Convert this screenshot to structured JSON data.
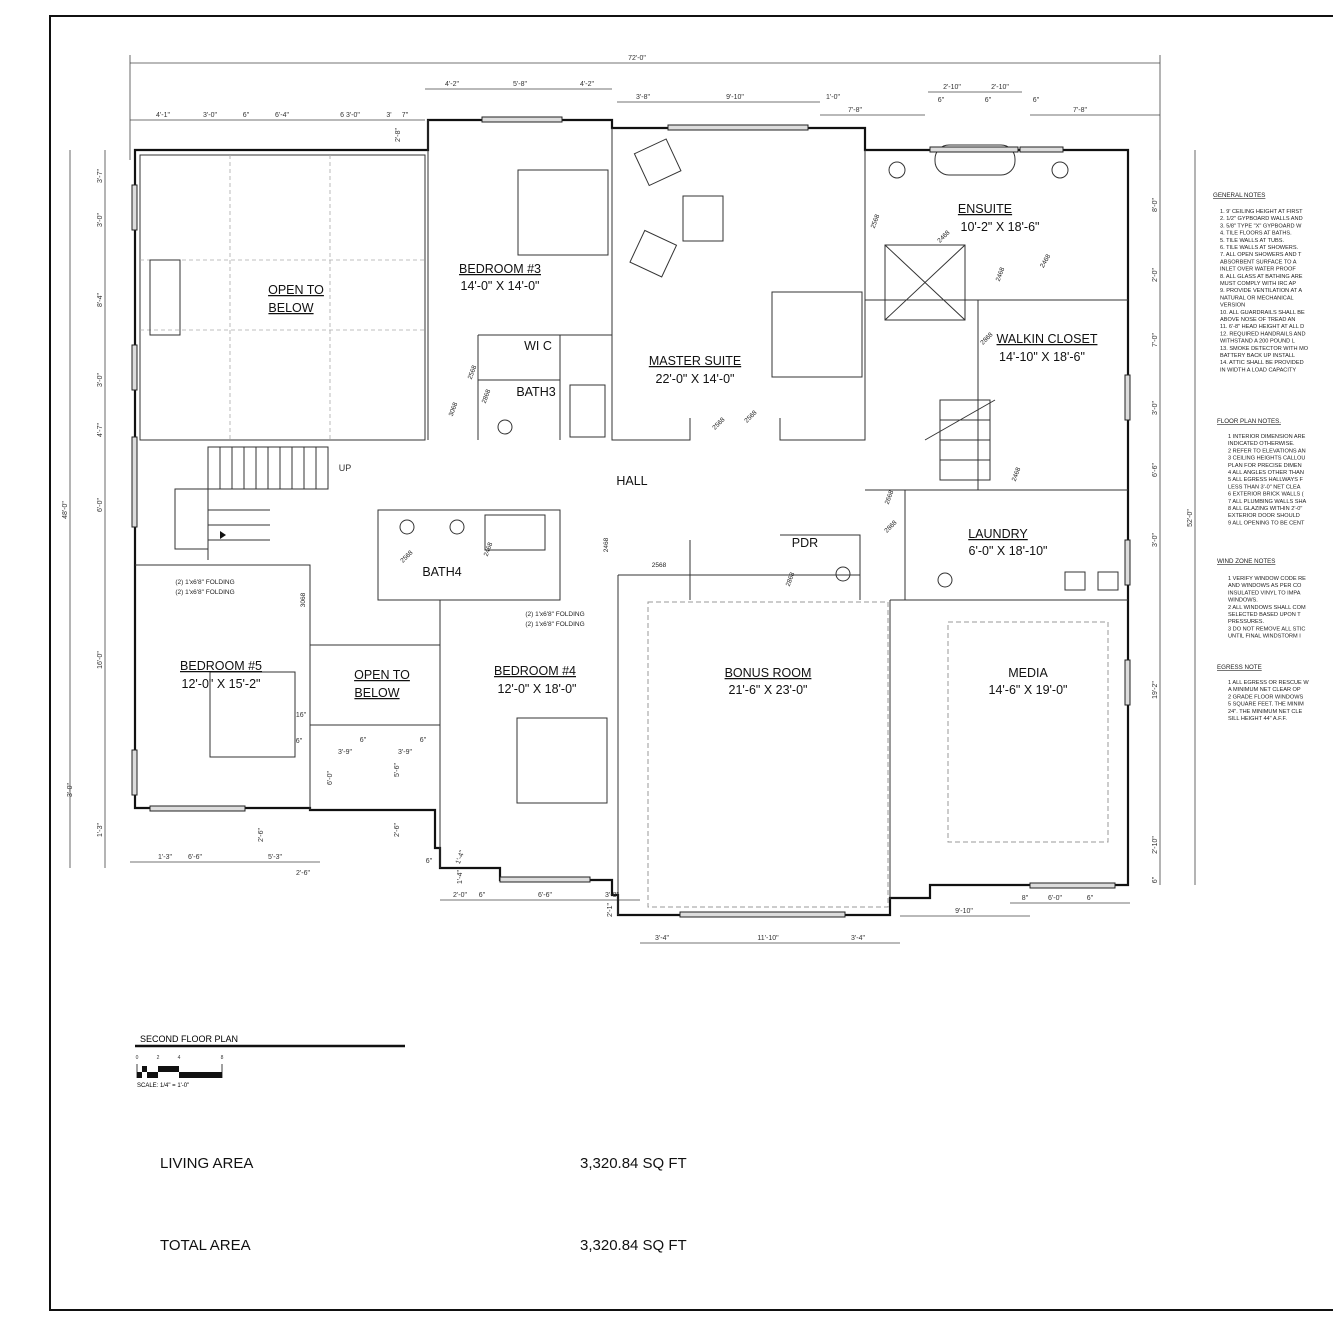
{
  "plan": {
    "title": "SECOND FLOOR PLAN",
    "scale_ticks": [
      "0",
      "2",
      "4",
      "8"
    ],
    "scale": "SCALE: 1/4\" = 1'-0\""
  },
  "rooms": {
    "open1": {
      "name1": "OPEN TO",
      "name2": "BELOW"
    },
    "bed3": {
      "name": "BEDROOM #3",
      "size": "14'-0\" X 14'-0\""
    },
    "wic": {
      "name": "WI C"
    },
    "bath3": {
      "name": "BATH3"
    },
    "master": {
      "name": "MASTER SUITE",
      "size": "22'-0\" X 14'-0\""
    },
    "ensuite": {
      "name": "ENSUITE",
      "size": "10'-2\" X 18'-6\""
    },
    "closet": {
      "name": "WALKIN CLOSET",
      "size": "14'-10\" X 18'-6\""
    },
    "hall": {
      "name": "HALL"
    },
    "up": {
      "name": "UP"
    },
    "laundry": {
      "name": "LAUNDRY",
      "size": "6'-0\" X 18'-10\""
    },
    "pdr": {
      "name": "PDR"
    },
    "bath4": {
      "name": "BATH4"
    },
    "bed5": {
      "name": "BEDROOM #5",
      "size": "12'-0\" X 15'-2\""
    },
    "open2": {
      "name1": "OPEN TO",
      "name2": "BELOW"
    },
    "bed4": {
      "name": "BEDROOM #4",
      "size": "12'-0\" X 18'-0\""
    },
    "bonus": {
      "name": "BONUS ROOM",
      "size": "21'-6\" X 23'-0\""
    },
    "media": {
      "name": "MEDIA",
      "size": "14'-6\" X 19'-0\""
    }
  },
  "closet_labels": {
    "b5": [
      "(2) 1'x6'8\" FOLDING",
      "(2) 1'x6'8\" FOLDING"
    ],
    "b4": [
      "(2) 1'x6'8\" FOLDING",
      "(2) 1'x6'8\" FOLDING"
    ]
  },
  "door_tags": [
    "2568",
    "2868",
    "3068",
    "2568",
    "2568",
    "2568",
    "2468",
    "2468",
    "2468",
    "2868",
    "2468",
    "2668",
    "2868",
    "2568",
    "2468",
    "2868",
    "3068",
    "2468",
    "2568"
  ],
  "dims": {
    "overall_top": "72'-0\"",
    "top": [
      "4'-1\"",
      "3'-0\"",
      "6\"",
      "6'-4\"",
      "6 3'-0\"",
      "3'",
      "7\"",
      "4'-2\"",
      "5'-8\"",
      "4'-2\"",
      "3'-8\"",
      "9'-10\"",
      "1'-0\"",
      "7'-8\"",
      "2'-10\"",
      "2'-10\"",
      "6\"",
      "6\"",
      "6\"",
      "7'-8\"",
      "2'-8\""
    ],
    "overall_left": "48'-0\"",
    "left": [
      "3'-7\"",
      "3'-0\"",
      "8'-4\"",
      "3'-0\"",
      "4'-7\"",
      "6'-0\"",
      "16'-0\"",
      "3'-0\"",
      "1'-3\""
    ],
    "overall_right": "52'-0\"",
    "right": [
      "8'-0\"",
      "2'-0\"",
      "7'-0\"",
      "3'-0\"",
      "6'-6\"",
      "3'-0\"",
      "19'-2\"",
      "2'-10\"",
      "6\""
    ],
    "bottom": [
      "1'-3\"",
      "6'-6\"",
      "2'-6\"",
      "5'-3\"",
      "2'-6\"",
      "6'-0\"",
      "3'-9\"",
      "6\"",
      "3'-9\"",
      "6\"",
      "5'-6\"",
      "2'-6\"",
      "6\"",
      "6\"",
      "1'-4\"",
      "1'-4\"",
      "2'-0\"",
      "6\"",
      "6'-6\"",
      "3'-8\"",
      "2'-1\"",
      "3'-4\"",
      "11'-10\"",
      "3'-4\"",
      "9'-10\"",
      "8\"",
      "6'-0\"",
      "6\"",
      "16\""
    ]
  },
  "notes": {
    "general": {
      "title": "GENERAL NOTES",
      "items": [
        "1. 9' CEILING HEIGHT AT FIRST",
        "2. 1/2\" GYPBOARD WALLS AND",
        "3. 5/8\" TYPE \"X\" GYPBOARD W",
        "4. TILE FLOORS AT BATHS.",
        "5. TILE WALLS AT TUBS.",
        "6. TILE WALLS AT SHOWERS.",
        "7. ALL OPEN SHOWERS AND T",
        "   ABSORBENT SURFACE TO A",
        "   INLET OVER WATER PROOF",
        "8. ALL GLASS AT BATHING ARE",
        "   MUST COMPLY WITH IRC AP",
        "9. PROVIDE VENTILATION AT A",
        "   NATURAL OR MECHANICAL",
        "   VERSION",
        "10. ALL GUARDRAILS SHALL BE",
        "   ABOVE NOSE OF TREAD AN",
        "11. 6'-8\" HEAD HEIGHT AT ALL D",
        "12. REQUIRED HANDRAILS AND",
        "   WITHSTAND A 200 POUND L",
        "13. SMOKE DETECTOR WITH MO",
        "   BATTERY BACK UP INSTALL",
        "14. ATTIC SHALL BE PROVIDED",
        "   IN WIDTH A LOAD CAPACITY"
      ]
    },
    "floor": {
      "title": "FLOOR PLAN NOTES.",
      "items": [
        "1 INTERIOR DIMENSION ARE",
        "  INDICATED OTHERWISE.",
        "2 REFER TO ELEVATIONS AN",
        "3 CEILING HEIGHTS CALLOU",
        "  PLAN FOR PRECISE DIMEN",
        "4 ALL ANGLES OTHER THAN",
        "5 ALL EGRESS HALLWAYS F",
        "  LESS THAN 3'-0\" NET CLEA",
        "6 EXTERIOR BRICK WALLS (",
        "7 ALL PLUMBING WALLS SHA",
        "8 ALL GLAZING WITHIN 2'-0\"",
        "  EXTERIOR DOOR SHOULD",
        "9 ALL OPENING TO BE CENT"
      ]
    },
    "wind": {
      "title": "WIND ZONE NOTES",
      "items": [
        "1 VERIFY WINDOW CODE RE",
        "  AND WINDOWS AS PER CO",
        "  INSULATED VINYL TO IMPA",
        "  WINDOWS.",
        "2 ALL WINDOWS SHALL COM",
        "  SELECTED BASED UPON T",
        "  PRESSURES.",
        "3 DO NOT REMOVE ALL STIC",
        "  UNTIL FINAL WINDSTORM I"
      ]
    },
    "egress": {
      "title": "EGRESS NOTE",
      "items": [
        "1 ALL EGRESS OR RESCUE W",
        "  A MINIMUM NET CLEAR OP",
        "2 GRADE FLOOR WINDOWS",
        "  5 SQUARE FEET. THE MINIM",
        "  24\". THE MINIMUM NET CLE",
        "  SILL HEIGHT 44\" A.F.F."
      ]
    }
  },
  "areas": [
    {
      "label": "LIVING AREA",
      "value": "3,320.84 SQ FT"
    },
    {
      "label": "TOTAL AREA",
      "value": "3,320.84 SQ FT"
    }
  ]
}
